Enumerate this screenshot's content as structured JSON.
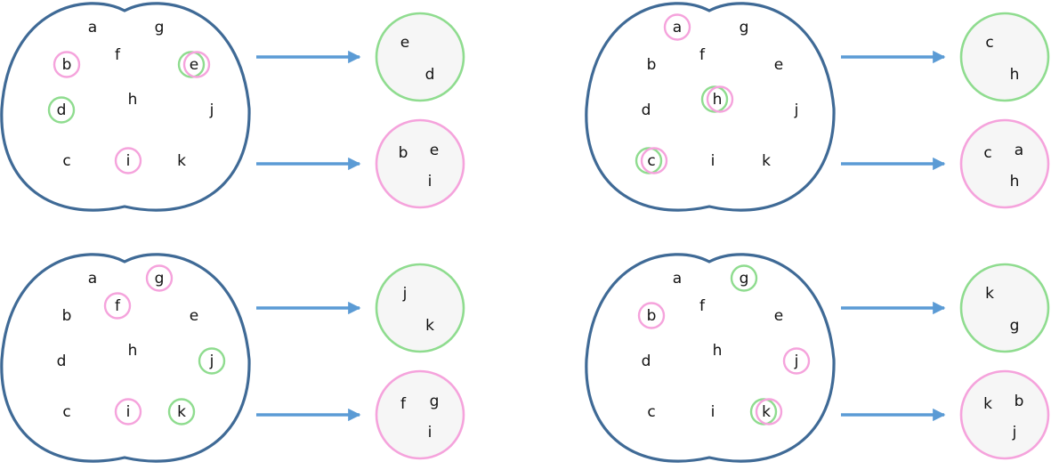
{
  "colors": {
    "blob_stroke": "#3f6a96",
    "green": "#8fdc8f",
    "pink": "#f5a3dc",
    "arrow": "#5b9bd5",
    "set_fill": "#f6f6f6"
  },
  "panels": [
    {
      "letters": [
        {
          "t": "a",
          "mark": "none"
        },
        {
          "t": "g",
          "mark": "none"
        },
        {
          "t": "b",
          "mark": "pink"
        },
        {
          "t": "f",
          "mark": "none"
        },
        {
          "t": "e",
          "mark": "both"
        },
        {
          "t": "d",
          "mark": "green"
        },
        {
          "t": "h",
          "mark": "none"
        },
        {
          "t": "j",
          "mark": "none"
        },
        {
          "t": "c",
          "mark": "none"
        },
        {
          "t": "i",
          "mark": "pink"
        },
        {
          "t": "k",
          "mark": "none"
        }
      ],
      "green_set": [
        "e",
        "d"
      ],
      "pink_set": [
        "b",
        "e",
        "i"
      ]
    },
    {
      "letters": [
        {
          "t": "a",
          "mark": "pink"
        },
        {
          "t": "g",
          "mark": "none"
        },
        {
          "t": "b",
          "mark": "none"
        },
        {
          "t": "f",
          "mark": "none"
        },
        {
          "t": "e",
          "mark": "none"
        },
        {
          "t": "d",
          "mark": "none"
        },
        {
          "t": "h",
          "mark": "both"
        },
        {
          "t": "j",
          "mark": "none"
        },
        {
          "t": "c",
          "mark": "both"
        },
        {
          "t": "i",
          "mark": "none"
        },
        {
          "t": "k",
          "mark": "none"
        }
      ],
      "green_set": [
        "c",
        "h"
      ],
      "pink_set": [
        "c",
        "a",
        "h"
      ]
    },
    {
      "letters": [
        {
          "t": "a",
          "mark": "none"
        },
        {
          "t": "g",
          "mark": "pink"
        },
        {
          "t": "b",
          "mark": "none"
        },
        {
          "t": "f",
          "mark": "pink"
        },
        {
          "t": "e",
          "mark": "none"
        },
        {
          "t": "d",
          "mark": "none"
        },
        {
          "t": "h",
          "mark": "none"
        },
        {
          "t": "j",
          "mark": "green"
        },
        {
          "t": "c",
          "mark": "none"
        },
        {
          "t": "i",
          "mark": "pink"
        },
        {
          "t": "k",
          "mark": "green"
        }
      ],
      "green_set": [
        "j",
        "k"
      ],
      "pink_set": [
        "f",
        "g",
        "i"
      ]
    },
    {
      "letters": [
        {
          "t": "a",
          "mark": "none"
        },
        {
          "t": "g",
          "mark": "green"
        },
        {
          "t": "b",
          "mark": "pink"
        },
        {
          "t": "f",
          "mark": "none"
        },
        {
          "t": "e",
          "mark": "none"
        },
        {
          "t": "d",
          "mark": "none"
        },
        {
          "t": "h",
          "mark": "none"
        },
        {
          "t": "j",
          "mark": "pink"
        },
        {
          "t": "c",
          "mark": "none"
        },
        {
          "t": "i",
          "mark": "none"
        },
        {
          "t": "k",
          "mark": "both"
        }
      ],
      "green_set": [
        "k",
        "g"
      ],
      "pink_set": [
        "k",
        "b",
        "j"
      ]
    }
  ]
}
